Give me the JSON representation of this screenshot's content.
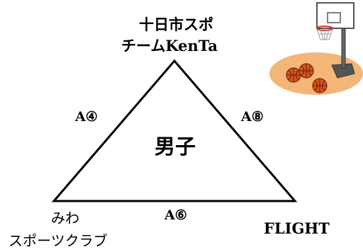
{
  "teams": {
    "top": [
      "十日市スポ",
      "チームKenTa"
    ],
    "bottom_left": [
      "みわ",
      "スポーツクラブ"
    ],
    "bottom_right": "FLIGHT"
  },
  "venues": {
    "left_edge": "A④",
    "right_edge": "A⑧",
    "bottom_edge": "A⑥"
  },
  "center_label": "男子",
  "illustration": {
    "name": "basketball-hoop-with-balls",
    "court_color": "#f2a860",
    "ball_color": "#d9541e"
  }
}
